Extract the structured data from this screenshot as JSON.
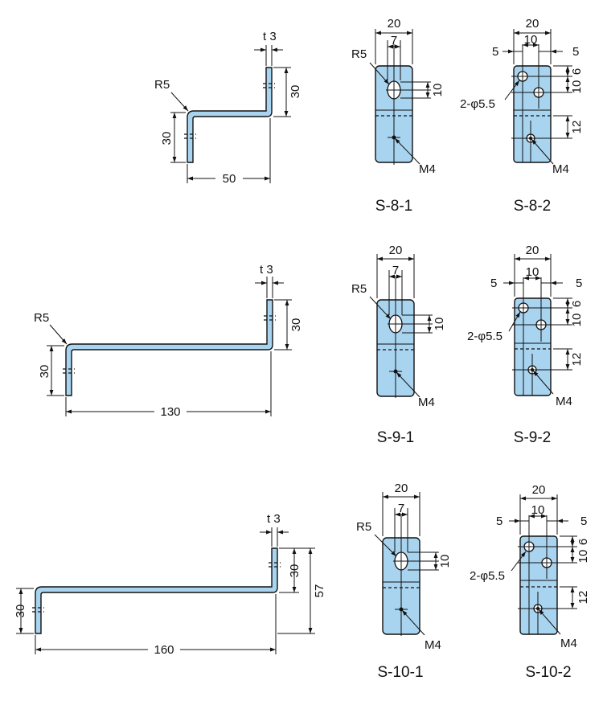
{
  "rows": [
    {
      "side": {
        "thickness": "t 3",
        "radius": "R5",
        "up_height": "30",
        "down_height": "30",
        "length": "50"
      },
      "plate1": {
        "caption": "S-8-1",
        "width": "20",
        "offset": "7",
        "radius": "R5",
        "slot": "10",
        "screw": "M4"
      },
      "plate2": {
        "caption": "S-8-2",
        "width": "20",
        "offset": "10",
        "left": "5",
        "right": "5",
        "top": "6",
        "middle": "10",
        "bottom": "12",
        "holes": "2-φ5.5",
        "screw": "M4"
      }
    },
    {
      "side": {
        "thickness": "t 3",
        "radius": "R5",
        "up_height": "30",
        "down_height": "30",
        "length": "130"
      },
      "plate1": {
        "caption": "S-9-1",
        "width": "20",
        "offset": "7",
        "radius": "R5",
        "slot": "10",
        "screw": "M4"
      },
      "plate2": {
        "caption": "S-9-2",
        "width": "20",
        "offset": "10",
        "left": "5",
        "right": "5",
        "top": "6",
        "middle": "10",
        "bottom": "12",
        "holes": "2-φ5.5",
        "screw": "M4"
      }
    },
    {
      "side": {
        "thickness": "t 3",
        "radius": "R5",
        "up_height": "30",
        "down_height": "30",
        "length": "160",
        "total_height": "57"
      },
      "plate1": {
        "caption": "S-10-1",
        "width": "20",
        "offset": "7",
        "radius": "R5",
        "slot": "10",
        "screw": "M4"
      },
      "plate2": {
        "caption": "S-10-2",
        "width": "20",
        "offset": "10",
        "left": "5",
        "right": "5",
        "top": "6",
        "middle": "10",
        "bottom": "12",
        "holes": "2-φ5.5",
        "screw": "M4"
      }
    }
  ],
  "colors": {
    "part_fill": "#a9d4f0",
    "line": "#111111"
  }
}
